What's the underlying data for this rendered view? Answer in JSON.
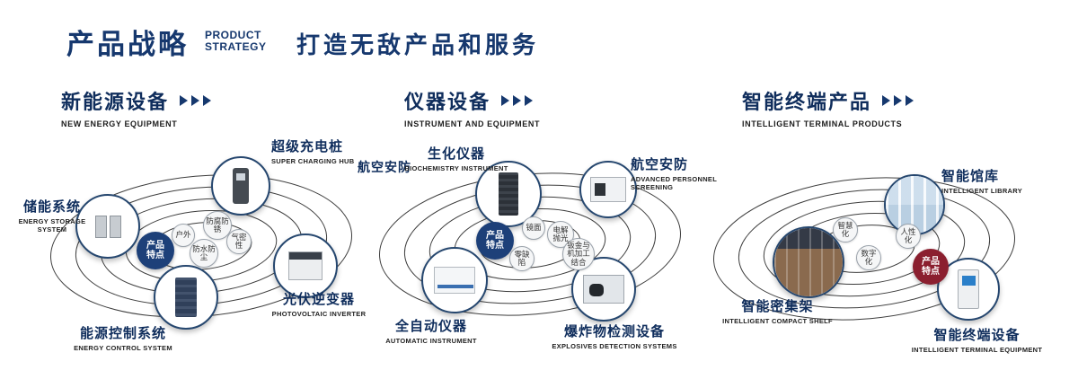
{
  "header": {
    "title": "产品战略",
    "subtitle1": "PRODUCT",
    "subtitle2": "STRATEGY",
    "slogan": "打造无敌产品和服务"
  },
  "colors": {
    "primary_blue": "#16386e",
    "badge_navy": "#1d4079",
    "badge_red": "#8b1f2f",
    "orbit_line": "#3d3d3d"
  },
  "sections": [
    {
      "title": "新能源设备",
      "subtitle": "NEW ENERGY EQUIPMENT",
      "badge": "产品特点",
      "features": [
        "户外",
        "防腐防锈",
        "气密性",
        "防水防尘"
      ],
      "products": [
        {
          "cn": "储能系统",
          "en": "ENERGY STORAGE SYSTEM"
        },
        {
          "cn": "超级充电桩",
          "en": "SUPER CHARGING HUB"
        },
        {
          "cn": "光伏逆变器",
          "en": "PHOTOVOLTAIC INVERTER"
        },
        {
          "cn": "能源控制系统",
          "en": "ENERGY CONTROL SYSTEM"
        }
      ]
    },
    {
      "title": "仪器设备",
      "subtitle": "INSTRUMENT AND EQUIPMENT",
      "badge": "产品特点",
      "aux_label": "航空安防",
      "features": [
        "镜面",
        "电解抛光",
        "零缺陷",
        "钣金与机加工结合"
      ],
      "products": [
        {
          "cn": "生化仪器",
          "en": "BIOCHEMISTRY INSTRUMENT"
        },
        {
          "cn": "航空安防",
          "en": "ADVANCED PERSONNEL SCREENING"
        },
        {
          "cn": "全自动仪器",
          "en": "AUTOMATIC INSTRUMENT"
        },
        {
          "cn": "爆炸物检测设备",
          "en": "EXPLOSIVES DETECTION SYSTEMS"
        }
      ]
    },
    {
      "title": "智能终端产品",
      "subtitle": "INTELLIGENT TERMINAL PRODUCTS",
      "badge": "产品特点",
      "features": [
        "智慧化",
        "人性化",
        "数字化"
      ],
      "products": [
        {
          "cn": "智能馆库",
          "en": "INTELLIGENT LIBRARY"
        },
        {
          "cn": "智能密集架",
          "en": "INTELLIGENT COMPACT SHELF"
        },
        {
          "cn": "智能终端设备",
          "en": "INTELLIGENT TERMINAL EQUIPMENT"
        }
      ]
    }
  ]
}
